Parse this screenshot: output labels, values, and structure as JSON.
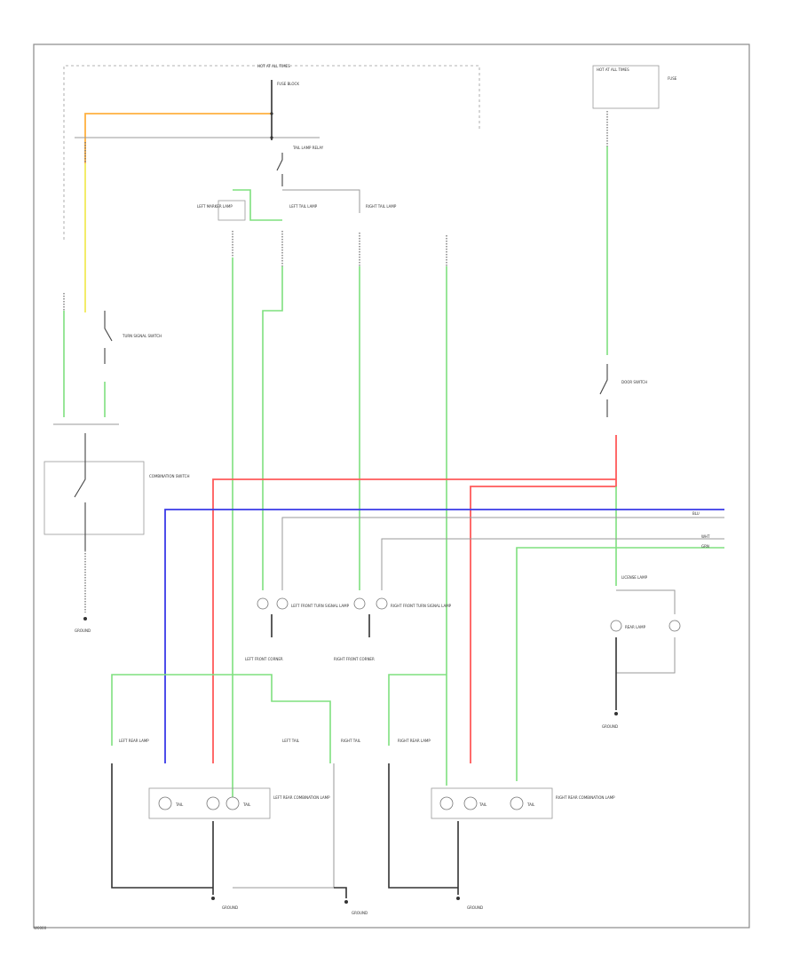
{
  "diagram": {
    "corner_label": "W0000",
    "labels": {
      "hot_all_times_top": "HOT AT ALL TIMES",
      "fuse_block_note": "FUSE BLOCK",
      "side_note": "",
      "hot_all_times_right": "HOT AT ALL TIMES",
      "right_fuse_note": "FUSE",
      "tail_lamp_relay": "TAIL LAMP RELAY",
      "left_marker": "LEFT MARKER LAMP",
      "left_tail_lamp": "LEFT TAIL LAMP",
      "right_tail_lamp": "RIGHT TAIL LAMP",
      "turn_signal_note": "TURN SIGNAL SWITCH",
      "combination_switch": "COMBINATION SWITCH",
      "ground_left": "GROUND",
      "door_switch": "DOOR SWITCH",
      "left_front_turn": "LEFT FRONT TURN SIGNAL LAMP",
      "right_front_turn": "RIGHT FRONT TURN SIGNAL LAMP",
      "left_front_corner": "LEFT FRONT CORNER",
      "right_front_corner": "RIGHT FRONT CORNER",
      "license_lamp": "LICENSE LAMP",
      "rear_lamp": "REAR LAMP",
      "ground_right": "GROUND",
      "left_rear_lamp": "LEFT REAR LAMP",
      "left_rear_combo": "LEFT REAR COMBINATION LAMP",
      "left_tail": "LEFT TAIL",
      "right_tail": "RIGHT TAIL",
      "right_rear_lamp": "RIGHT REAR LAMP",
      "right_rear_combo": "RIGHT REAR COMBINATION LAMP",
      "ground_left_rear": "GROUND",
      "ground_center_rear": "GROUND",
      "ground_right_rear": "GROUND",
      "tail_a": "TAIL",
      "tail_b": "TAIL",
      "tail_c": "TAIL",
      "tail_d": "TAIL",
      "wire_blue": "BLU",
      "wire_grn": "GRN",
      "wire_wht": "WHT"
    },
    "colors": {
      "green": "#7fe07f",
      "red": "#ff5a5a",
      "blue": "#3a3ae8",
      "orange": "#ffb040",
      "yellow": "#f2ea5a",
      "dark": "#333333",
      "gray": "#9a9a9a"
    }
  }
}
